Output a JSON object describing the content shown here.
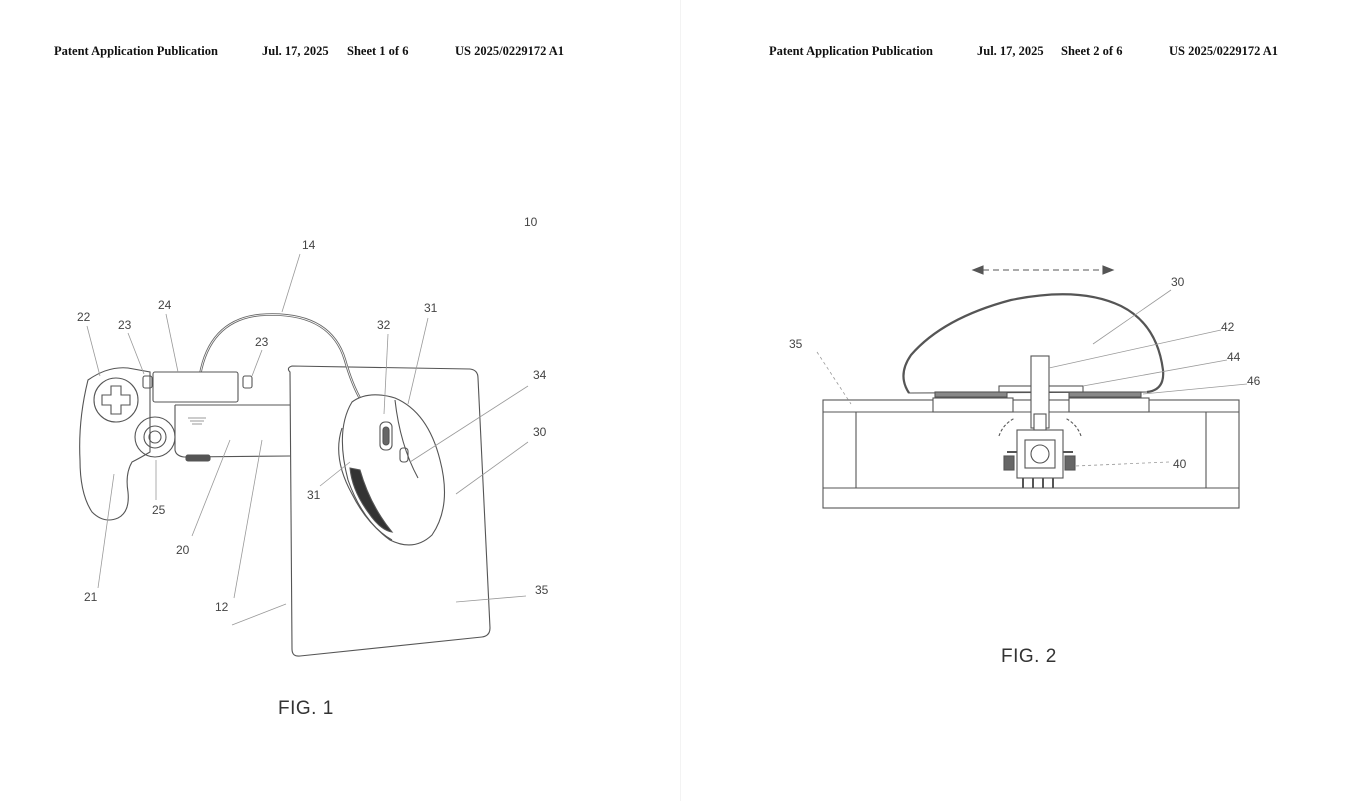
{
  "sheets": [
    {
      "header": {
        "publication": "Patent Application Publication",
        "date": "Jul. 17, 2025",
        "sheet": "Sheet 1 of 6",
        "number": "US 2025/0229172 A1"
      },
      "figure": {
        "caption": "FIG. 1",
        "labels": [
          "10",
          "14",
          "22",
          "23",
          "24",
          "23",
          "32",
          "31",
          "34",
          "30",
          "31",
          "25",
          "20",
          "21",
          "12",
          "35"
        ]
      }
    },
    {
      "header": {
        "publication": "Patent Application Publication",
        "date": "Jul. 17, 2025",
        "sheet": "Sheet 2 of 6",
        "number": "US 2025/0229172 A1"
      },
      "figure": {
        "caption": "FIG. 2",
        "labels": [
          "30",
          "35",
          "42",
          "44",
          "46",
          "40"
        ]
      }
    }
  ]
}
